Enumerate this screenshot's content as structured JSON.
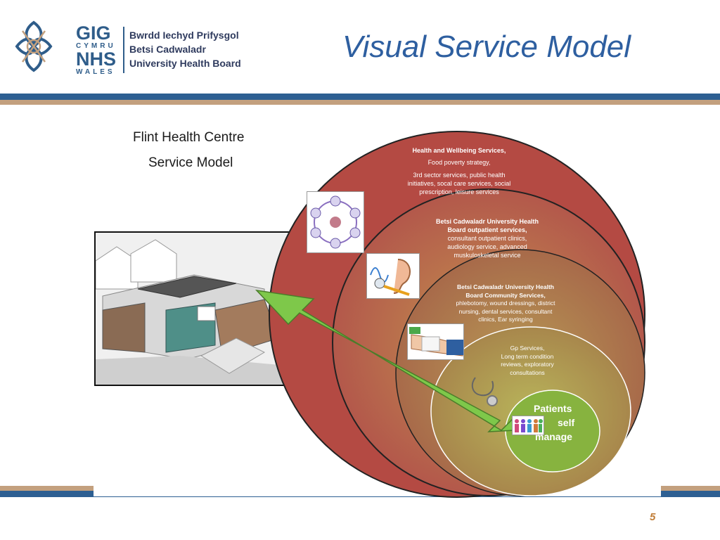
{
  "header": {
    "brand_line1": "GIG",
    "brand_line2": "CYMRU",
    "brand_line3": "NHS",
    "brand_line4": "WALES",
    "board_line1": "Bwrdd Iechyd Prifysgol",
    "board_line2": "Betsi Cadwaladr",
    "board_line3": "University Health Board",
    "title": "Visual Service Model"
  },
  "left_caption": {
    "line1": "Flint Health Centre",
    "line2": "Service Model"
  },
  "rings": [
    {
      "heading": "Health and Wellbeing Services,",
      "lines": [
        "Food poverty strategy,",
        "3rd sector services, public health",
        "initiatives, socal care services, social",
        "prescription, leisure services"
      ]
    },
    {
      "heading": "Betsi Cadwaladr University Health",
      "lines": [
        "Board outpatient services,",
        "consultant outpatient clinics,",
        "audiology service, advanced",
        "muskuloskeletal service"
      ]
    },
    {
      "heading": "Betsi Cadwaladr  University Health",
      "lines": [
        "Board Community  Services,",
        "phlebotomy,  wound  dressings, district",
        "nursing, dental services, consultant",
        "clinics, Ear syringing"
      ]
    },
    {
      "heading": "Gp Services,",
      "lines": [
        "Long term  condition",
        "reviews,    exploratory",
        "consultations"
      ]
    }
  ],
  "center": {
    "line1": "Patients",
    "line2": "self",
    "line3": "manage"
  },
  "page_number": "5",
  "colors": {
    "brand_blue": "#2d5f92",
    "brand_tan": "#c3a07e",
    "title_blue": "#2e5fa0",
    "arrow_green": "#7ec84a"
  }
}
